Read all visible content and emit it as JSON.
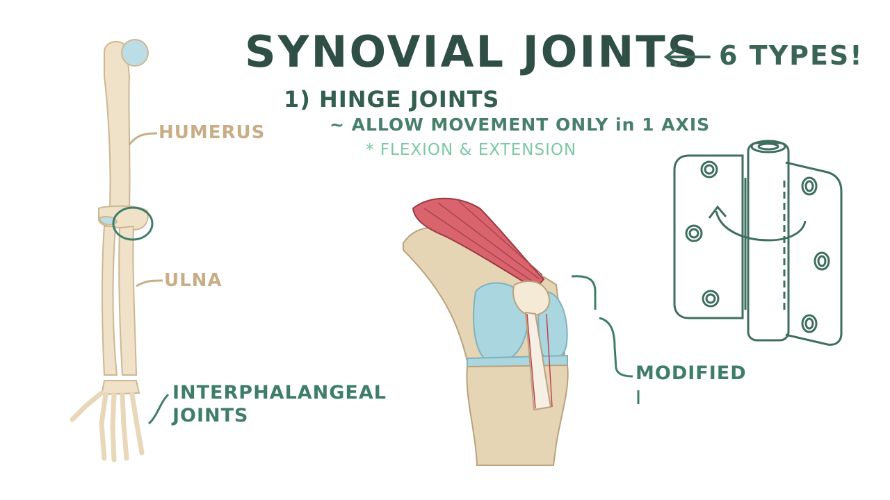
{
  "title": "SYNOVIAL JOINTS",
  "types_note": "6 TYPES!",
  "heading": "1) HINGE JOINTS",
  "point": "~ ALLOW MOVEMENT ONLY in 1 AXIS",
  "subpoint": "* FLEXION & EXTENSION",
  "labels": {
    "humerus": "HUMERUS",
    "ulna": "ULNA",
    "interphalangeal_line1": "INTERPHALANGEAL",
    "interphalangeal_line2": "JOINTS",
    "modified": "MODIFIED"
  },
  "icons": {
    "arm": "arm-bones-illustration",
    "knee": "knee-joint-illustration",
    "hinge": "door-hinge-illustration"
  },
  "colors": {
    "title": "#2f4e45",
    "accent_green": "#3e7d69",
    "light_green": "#7cc7a6",
    "bone": "#efe2c9",
    "cartilage": "#a9d6df",
    "muscle": "#d9646e",
    "bone_label": "#c8ad86"
  }
}
